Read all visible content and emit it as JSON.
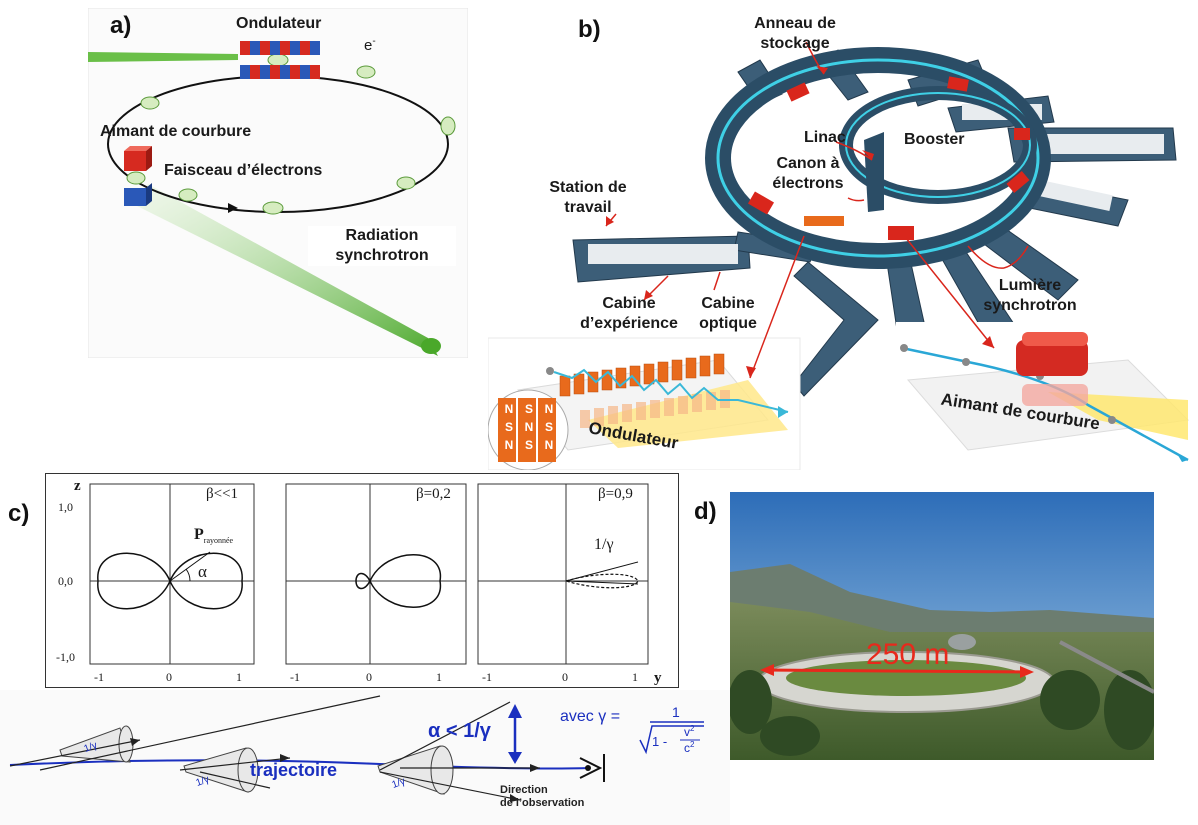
{
  "panel_a": {
    "letter": "a)",
    "undulator": "Ondulateur",
    "electron": "e",
    "electron_sup": "-",
    "bending_magnet": "Aimant de courbure",
    "electron_beam": "Faisceau d’électrons",
    "radiation_line1": "Radiation",
    "radiation_line2": "synchrotron"
  },
  "panel_b": {
    "letter": "b)",
    "storage_ring_line1": "Anneau de",
    "storage_ring_line2": "stockage",
    "linac": "Linac",
    "booster": "Booster",
    "gun_line1": "Canon à",
    "gun_line2": "électrons",
    "station_line1": "Station de",
    "station_line2": "travail",
    "exp_cabin_line1": "Cabine",
    "exp_cabin_line2": "d’expérience",
    "optic_cabin_line1": "Cabine",
    "optic_cabin_line2": "optique",
    "sync_light_line1": "Lumière",
    "sync_light_line2": "synchrotron",
    "undulator": "Ondulateur",
    "bending_magnet": "Aimant de courbure",
    "magnet_letters": [
      "N",
      "S",
      "N",
      "S",
      "N",
      "S",
      "N",
      "S",
      "N"
    ]
  },
  "panel_c": {
    "letter": "c)",
    "z_axis": "z",
    "y_axis": "y",
    "y_ticks": [
      "1,0",
      "0,0",
      "-1,0"
    ],
    "x_ticks": [
      "-1",
      "0",
      "1"
    ],
    "plots": [
      {
        "beta": "β<<1"
      },
      {
        "beta": "β=0,2"
      },
      {
        "beta": "β=0,9"
      }
    ],
    "p_label": "P",
    "p_sub": "rayonnée",
    "alpha": "α",
    "inv_gamma": "1/γ",
    "alpha_cond": "α < 1/γ",
    "avec": "avec γ =",
    "frac_num": "1",
    "formula_v": "v",
    "formula_c": "c",
    "formula_one_minus": "1 -",
    "trajectoire": "trajectoire",
    "direction_line1": "Direction",
    "direction_line2": "de l’observation",
    "small_inv_gamma": "1/γ"
  },
  "panel_d": {
    "letter": "d)",
    "distance": "250 m"
  },
  "colors": {
    "accent_red": "#e8291c",
    "beam_green": "#5cb83c",
    "ring_blue": "#2b4d66",
    "arrow_red": "#d9261c",
    "formula_blue": "#1a2fbf"
  }
}
